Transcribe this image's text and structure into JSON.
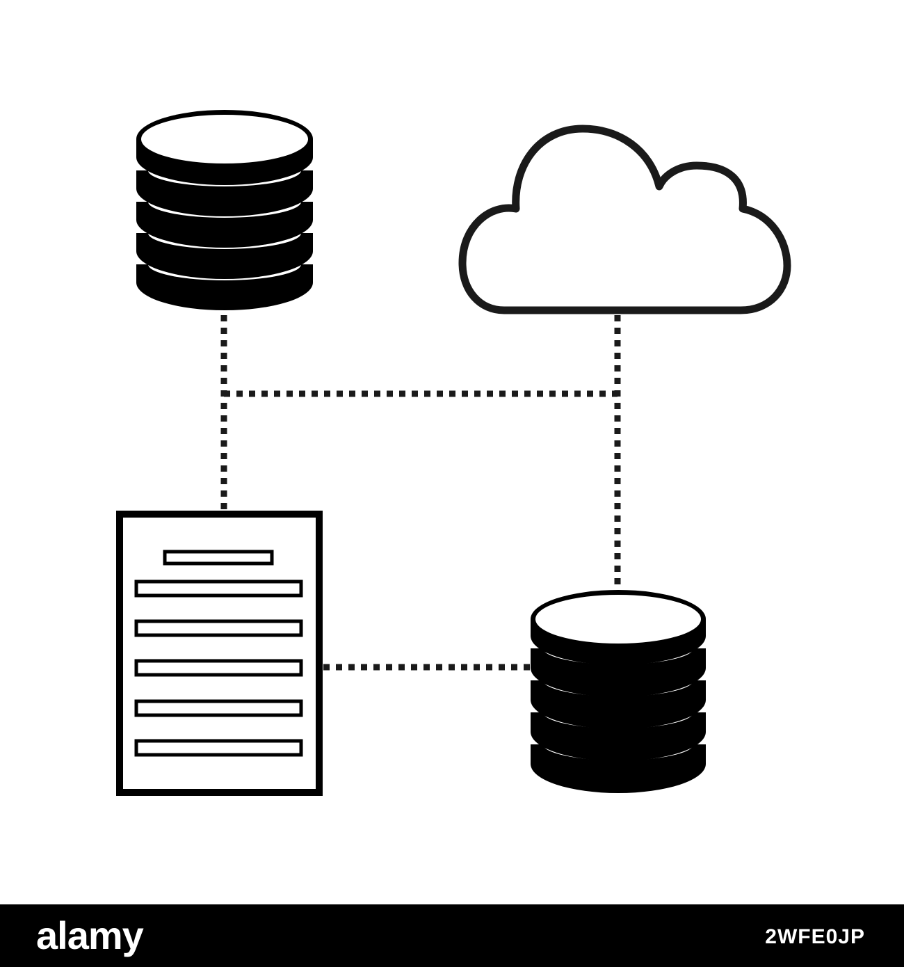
{
  "diagram": {
    "nodes": [
      {
        "id": "db-top-left",
        "kind": "database"
      },
      {
        "id": "cloud",
        "kind": "cloud"
      },
      {
        "id": "document",
        "kind": "document"
      },
      {
        "id": "db-bottom-right",
        "kind": "database"
      }
    ],
    "edges": [
      {
        "from": "db-top-left",
        "to": "document",
        "style": "dotted"
      },
      {
        "from": "cloud",
        "to": "db-bottom-right",
        "style": "dotted"
      },
      {
        "from": "db-top-left",
        "to": "cloud",
        "style": "dotted"
      },
      {
        "from": "document",
        "to": "db-bottom-right",
        "style": "dotted"
      }
    ],
    "stroke_color": "#1a1a1a",
    "background_color": "#ffffff"
  },
  "footer": {
    "brand": "alamy",
    "stock_id": "2WFE0JP",
    "background_color": "#000000"
  }
}
